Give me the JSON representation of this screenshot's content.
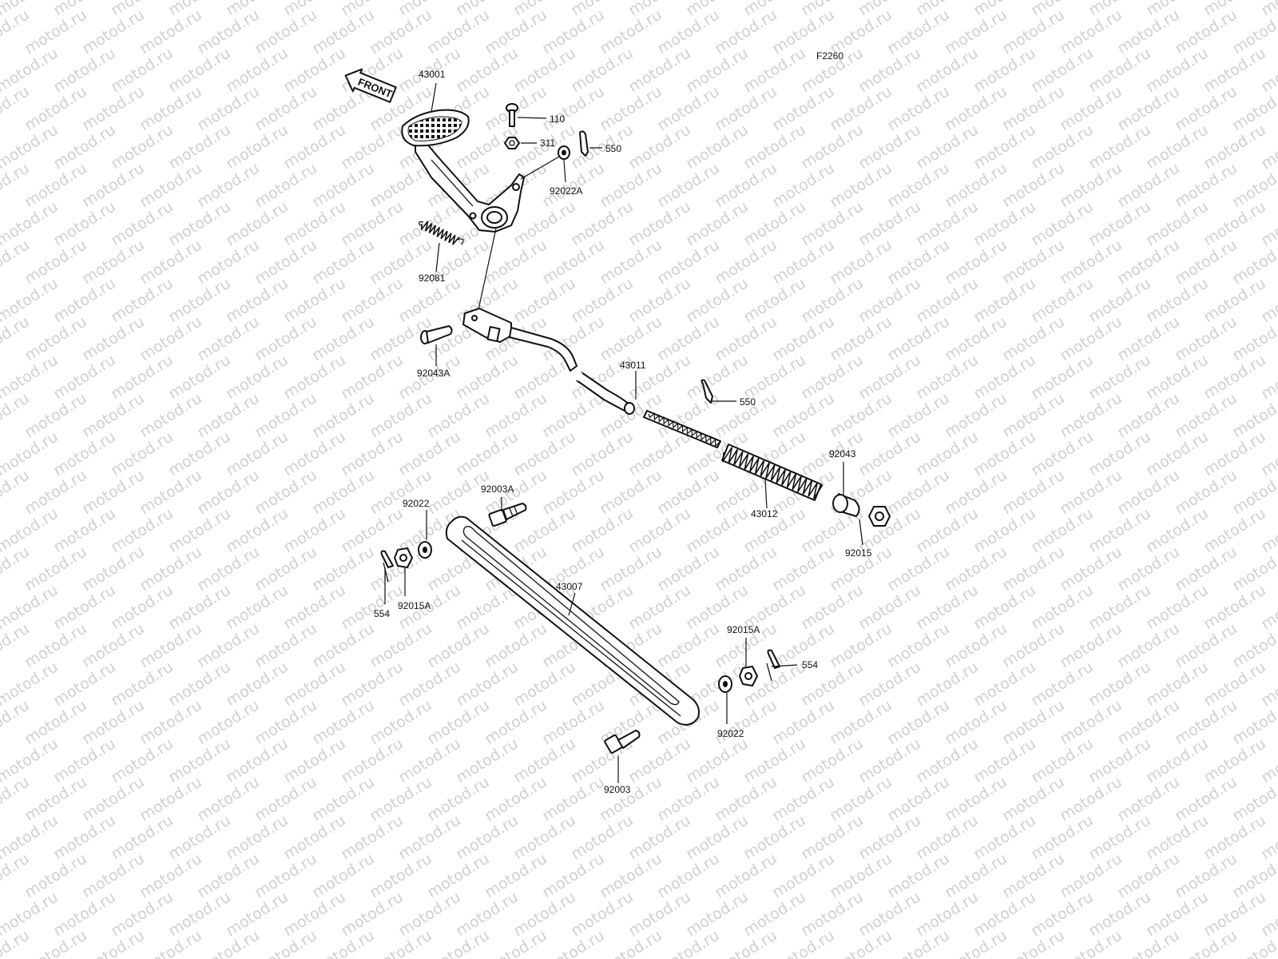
{
  "watermark": "motod.ru",
  "figure_code": "F2260",
  "front_label": "FRONT",
  "parts": {
    "p43001": "43001",
    "p110": "110",
    "p311": "311",
    "p550a": "550",
    "p92022A": "92022A",
    "p92081": "92081",
    "p92043A": "92043A",
    "p43011": "43011",
    "p550b": "550",
    "p92043": "92043",
    "p43012": "43012",
    "p92015": "92015",
    "p92003A": "92003A",
    "p92022a": "92022",
    "p554a": "554",
    "p92015Aa": "92015A",
    "p43007": "43007",
    "p92015Ab": "92015A",
    "p554b": "554",
    "p92022b": "92022",
    "p92003": "92003"
  }
}
